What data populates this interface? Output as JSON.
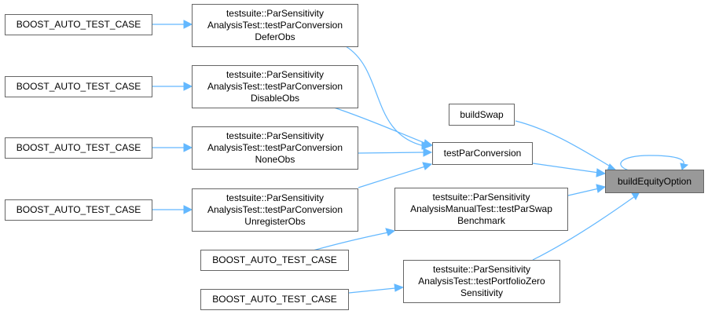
{
  "graph": {
    "colors": {
      "edge": "#63b8ff",
      "node_border": "#666666",
      "current_fill": "#999999"
    },
    "nodes": {
      "build_equity_option": "buildEquityOption",
      "build_swap": "buildSwap",
      "test_par_conversion": "testParConversion",
      "defer_obs": "testsuite::ParSensitivity\nAnalysisTest::testParConversion\nDeferObs",
      "disable_obs": "testsuite::ParSensitivity\nAnalysisTest::testParConversion\nDisableObs",
      "none_obs": "testsuite::ParSensitivity\nAnalysisTest::testParConversion\nNoneObs",
      "unregister_obs": "testsuite::ParSensitivity\nAnalysisTest::testParConversion\nUnregisterObs",
      "par_swap_benchmark": "testsuite::ParSensitivity\nAnalysisManualTest::testParSwap\nBenchmark",
      "portfolio_zero_sensitivity": "testsuite::ParSensitivity\nAnalysisTest::testPortfolioZero\nSensitivity",
      "boost_1": "BOOST_AUTO_TEST_CASE",
      "boost_2": "BOOST_AUTO_TEST_CASE",
      "boost_3": "BOOST_AUTO_TEST_CASE",
      "boost_4": "BOOST_AUTO_TEST_CASE",
      "boost_5": "BOOST_AUTO_TEST_CASE",
      "boost_6": "BOOST_AUTO_TEST_CASE"
    }
  }
}
